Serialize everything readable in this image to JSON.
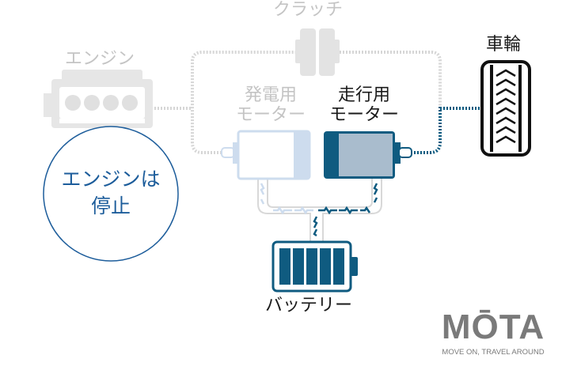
{
  "labels": {
    "clutch": "クラッチ",
    "engine": "エンジン",
    "generator_line1": "発電用",
    "generator_line2": "モーター",
    "drive_line1": "走行用",
    "drive_line2": "モーター",
    "wheel": "車輪",
    "battery": "バッテリー"
  },
  "status": {
    "line1": "エンジンは",
    "line2": "停止"
  },
  "logo": {
    "name": "MOTA",
    "display": "MŌTA",
    "tagline": "MOVE ON, TRAVEL AROUND"
  },
  "colors": {
    "active": "#0f5b80",
    "inactive": "#dcdcdc",
    "generator": "#cddcee",
    "accent_text": "#1d5d9b"
  }
}
